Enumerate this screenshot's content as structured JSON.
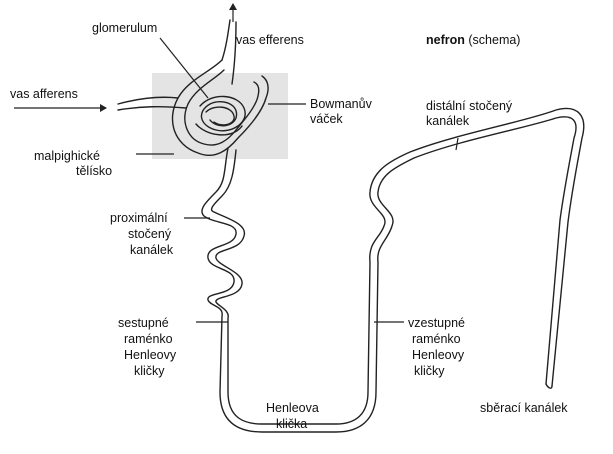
{
  "title": {
    "bold": "nefron",
    "rest": "(schema)"
  },
  "labels": {
    "glomerulum": "glomerulum",
    "vas_efferens": "vas efferens",
    "vas_afferens": "vas afferens",
    "bowman_1": "Bowmanův",
    "bowman_2": "váček",
    "malpighi_1": "malpighické",
    "malpighi_2": "tělísko",
    "proximal_1": "proximální",
    "proximal_2": "stočený",
    "proximal_3": "kanálek",
    "distal_1": "distální stočený",
    "distal_2": "kanálek",
    "descending_1": "sestupné",
    "descending_2": "raménko",
    "descending_3": "Henleovy",
    "descending_4": "kličky",
    "ascending_1": "vzestupné",
    "ascending_2": "raménko",
    "ascending_3": "Henleovy",
    "ascending_4": "kličky",
    "henle_1": "Henleova",
    "henle_2": "klička",
    "collecting": "sběrací kanálek"
  },
  "colors": {
    "corpuscle_box": "#e4e4e4",
    "line": "#222222"
  }
}
